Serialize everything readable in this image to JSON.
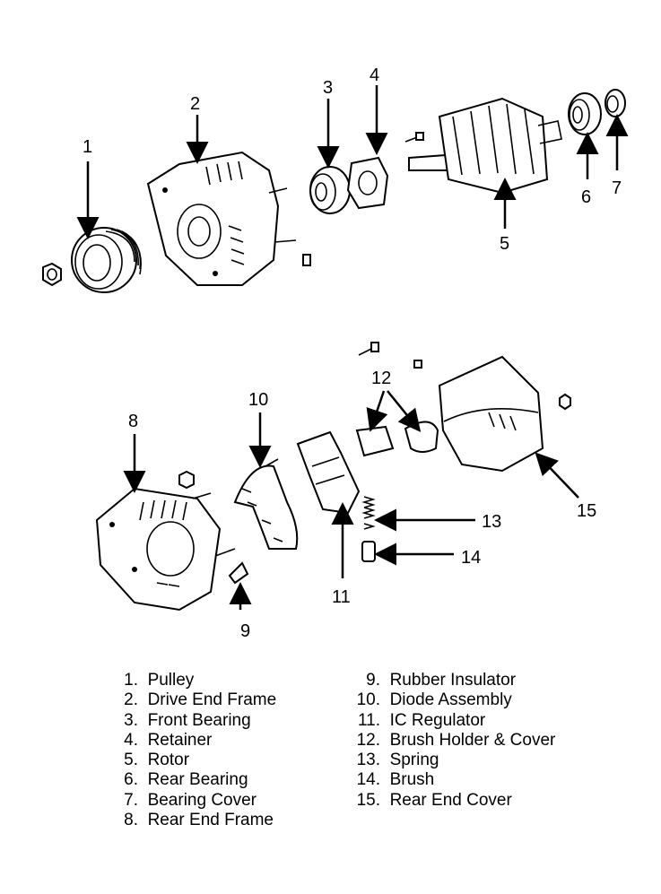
{
  "callouts": [
    "1",
    "2",
    "3",
    "4",
    "5",
    "6",
    "7",
    "8",
    "9",
    "10",
    "11",
    "12",
    "13",
    "14",
    "15"
  ],
  "legend_left": [
    {
      "num": "1.",
      "name": "Pulley"
    },
    {
      "num": "2.",
      "name": "Drive End Frame"
    },
    {
      "num": "3.",
      "name": "Front Bearing"
    },
    {
      "num": "4.",
      "name": "Retainer"
    },
    {
      "num": "5.",
      "name": "Rotor"
    },
    {
      "num": "6.",
      "name": "Rear Bearing"
    },
    {
      "num": "7.",
      "name": "Bearing Cover"
    },
    {
      "num": "8.",
      "name": "Rear End Frame"
    }
  ],
  "legend_right": [
    {
      "num": "9.",
      "name": "Rubber Insulator"
    },
    {
      "num": "10.",
      "name": "Diode Assembly"
    },
    {
      "num": "11.",
      "name": "IC Regulator"
    },
    {
      "num": "12.",
      "name": "Brush Holder & Cover"
    },
    {
      "num": "13.",
      "name": "Spring"
    },
    {
      "num": "14.",
      "name": "Brush"
    },
    {
      "num": "15.",
      "name": "Rear End Cover"
    }
  ]
}
